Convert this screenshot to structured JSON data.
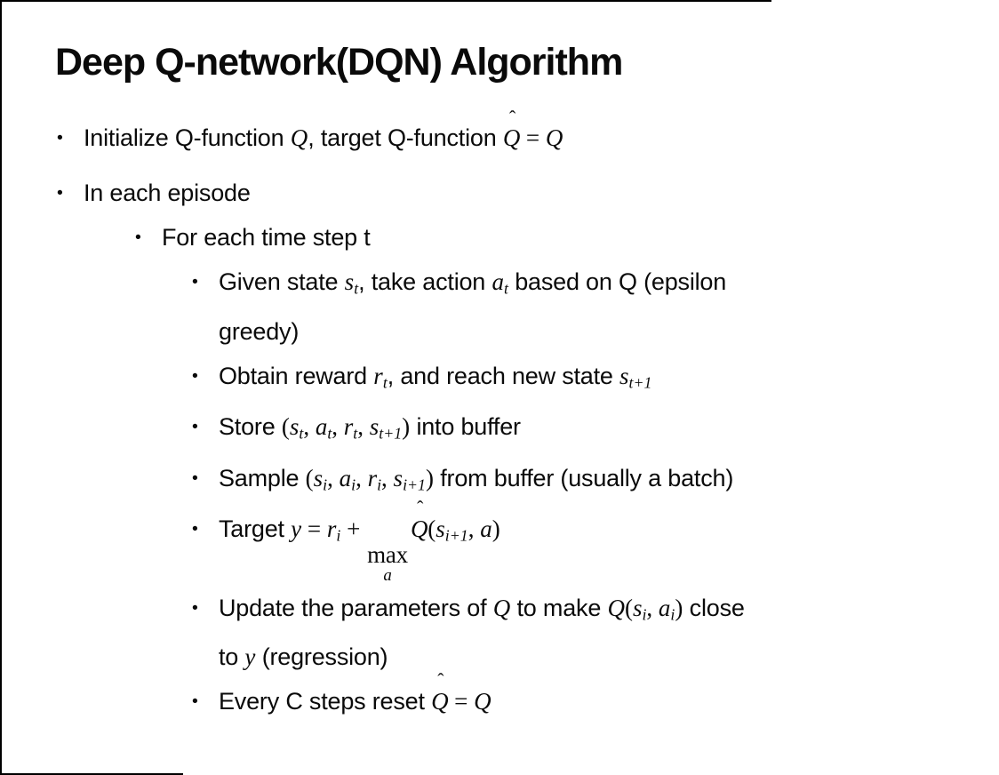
{
  "slide": {
    "title": "Deep Q-network(DQN) Algorithm",
    "background_color": "#ffffff",
    "text_color": "#0a0a0a",
    "border_color": "#000000",
    "bullet_char": "•"
  },
  "bullets": [
    {
      "level": 0,
      "segments": [
        {
          "k": "t",
          "v": "Initialize Q-function "
        },
        {
          "k": "m",
          "v": "Q"
        },
        {
          "k": "t",
          "v": ", target Q-function "
        },
        {
          "k": "h",
          "v": "Q"
        },
        {
          "k": "mu",
          "v": " = "
        },
        {
          "k": "m",
          "v": "Q"
        }
      ]
    },
    {
      "level": 0,
      "segments": [
        {
          "k": "t",
          "v": "In each episode"
        }
      ]
    },
    {
      "level": 1,
      "segments": [
        {
          "k": "t",
          "v": "For each time step t"
        }
      ]
    },
    {
      "level": 2,
      "segments": [
        {
          "k": "t",
          "v": "Given state "
        },
        {
          "k": "m",
          "v": "s"
        },
        {
          "k": "s",
          "v": "t"
        },
        {
          "k": "t",
          "v": ", take action "
        },
        {
          "k": "m",
          "v": "a"
        },
        {
          "k": "s",
          "v": "t"
        },
        {
          "k": "t",
          "v": " based on Q (epsilon"
        },
        {
          "k": "br"
        },
        {
          "k": "t",
          "v": "greedy)"
        }
      ]
    },
    {
      "level": 2,
      "segments": [
        {
          "k": "t",
          "v": "Obtain reward "
        },
        {
          "k": "m",
          "v": "r"
        },
        {
          "k": "s",
          "v": "t"
        },
        {
          "k": "t",
          "v": ", and reach new state "
        },
        {
          "k": "m",
          "v": "s"
        },
        {
          "k": "s",
          "v": "t+1"
        }
      ]
    },
    {
      "level": 2,
      "segments": [
        {
          "k": "t",
          "v": "Store "
        },
        {
          "k": "mu",
          "v": "("
        },
        {
          "k": "m",
          "v": "s"
        },
        {
          "k": "s",
          "v": "t"
        },
        {
          "k": "mu",
          "v": ", "
        },
        {
          "k": "m",
          "v": "a"
        },
        {
          "k": "s",
          "v": "t"
        },
        {
          "k": "mu",
          "v": ", "
        },
        {
          "k": "m",
          "v": "r"
        },
        {
          "k": "s",
          "v": "t"
        },
        {
          "k": "mu",
          "v": ", "
        },
        {
          "k": "m",
          "v": "s"
        },
        {
          "k": "s",
          "v": "t+1"
        },
        {
          "k": "mu",
          "v": ")"
        },
        {
          "k": "t",
          "v": " into buffer"
        }
      ]
    },
    {
      "level": 2,
      "segments": [
        {
          "k": "t",
          "v": "Sample "
        },
        {
          "k": "mu",
          "v": "("
        },
        {
          "k": "m",
          "v": "s"
        },
        {
          "k": "s",
          "v": "i"
        },
        {
          "k": "mu",
          "v": ", "
        },
        {
          "k": "m",
          "v": "a"
        },
        {
          "k": "s",
          "v": "i"
        },
        {
          "k": "mu",
          "v": ", "
        },
        {
          "k": "m",
          "v": "r"
        },
        {
          "k": "s",
          "v": "i"
        },
        {
          "k": "mu",
          "v": ", "
        },
        {
          "k": "m",
          "v": "s"
        },
        {
          "k": "s",
          "v": "i+1"
        },
        {
          "k": "mu",
          "v": ")"
        },
        {
          "k": "t",
          "v": " from buffer (usually a batch)"
        }
      ]
    },
    {
      "level": 2,
      "segments": [
        {
          "k": "t",
          "v": "Target "
        },
        {
          "k": "m",
          "v": "y"
        },
        {
          "k": "mu",
          "v": " = "
        },
        {
          "k": "m",
          "v": "r"
        },
        {
          "k": "s",
          "v": "i"
        },
        {
          "k": "mu",
          "v": " + "
        },
        {
          "k": "max",
          "v": "max",
          "u": "a"
        },
        {
          "k": "h",
          "v": "Q"
        },
        {
          "k": "mu",
          "v": "("
        },
        {
          "k": "m",
          "v": "s"
        },
        {
          "k": "s",
          "v": "i+1"
        },
        {
          "k": "mu",
          "v": ", "
        },
        {
          "k": "m",
          "v": "a"
        },
        {
          "k": "mu",
          "v": ")"
        }
      ]
    },
    {
      "level": 2,
      "segments": [
        {
          "k": "t",
          "v": "Update the parameters of "
        },
        {
          "k": "m",
          "v": "Q"
        },
        {
          "k": "t",
          "v": " to make "
        },
        {
          "k": "m",
          "v": "Q"
        },
        {
          "k": "mu",
          "v": "("
        },
        {
          "k": "m",
          "v": "s"
        },
        {
          "k": "s",
          "v": "i"
        },
        {
          "k": "mu",
          "v": ", "
        },
        {
          "k": "m",
          "v": "a"
        },
        {
          "k": "s",
          "v": "i"
        },
        {
          "k": "mu",
          "v": ")"
        },
        {
          "k": "t",
          "v": " close"
        },
        {
          "k": "br"
        },
        {
          "k": "t",
          "v": "to "
        },
        {
          "k": "m",
          "v": "y"
        },
        {
          "k": "t",
          "v": " (regression)"
        }
      ]
    },
    {
      "level": 2,
      "segments": [
        {
          "k": "t",
          "v": "Every C steps reset "
        },
        {
          "k": "h",
          "v": "Q"
        },
        {
          "k": "mu",
          "v": " = "
        },
        {
          "k": "m",
          "v": "Q"
        }
      ]
    }
  ]
}
